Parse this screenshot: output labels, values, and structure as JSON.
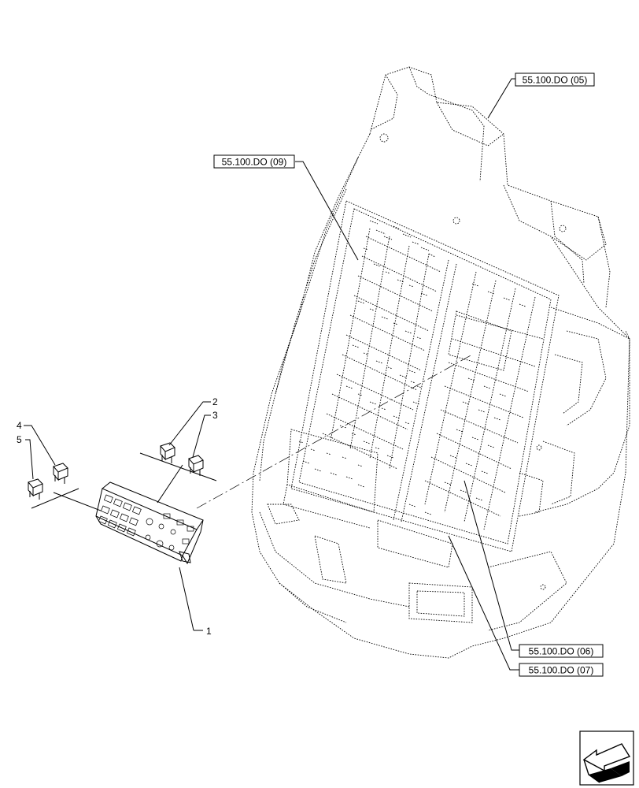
{
  "references": {
    "ref_05": "55.100.DO (05)",
    "ref_09": "55.100.DO (09)",
    "ref_06": "55.100.DO (06)",
    "ref_07": "55.100.DO (07)"
  },
  "item_numbers": {
    "n1": "1",
    "n2": "2",
    "n3": "3",
    "n4": "4",
    "n5": "5"
  },
  "icons": {
    "nav": "previous-page-arrow-icon"
  }
}
